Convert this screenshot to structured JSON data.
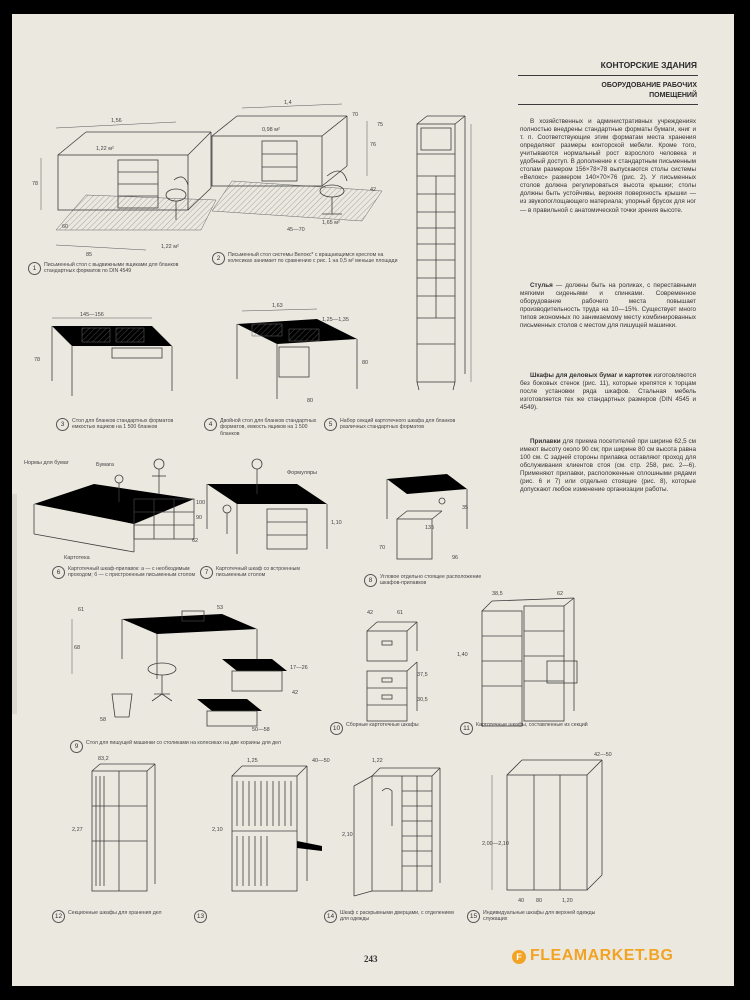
{
  "header": {
    "title": "КОНТОРСКИЕ ЗДАНИЯ",
    "subtitle_line1": "ОБОРУДОВАНИЕ РАБОЧИХ",
    "subtitle_line2": "ПОМЕЩЕНИЙ"
  },
  "body": {
    "p1": "В хозяйственных и административных учреждениях полностью внедрены стандартные форматы бумаги, книг и т. п. Соответствующие этим форматам места хранения определяют размеры конторской мебели. Кроме того, учитываются нормальный рост взрослого человека и удобный доступ. В дополнение к стандартным письменным столам размером 156×78×78 выпускаются столы системы «Велокс» размером 140×70×76 (рис. 2). У письменных столов должна регулироваться высота крышки; столы должны быть устойчивы, верхняя поверхность крышки — из звукопоглощающего материала; упорный брусок для ног — в правильной с анатомической точки зрения высоте.",
    "p2_lead": "Стулья",
    "p2": " — должны быть на роликах, с переставными мягкими сиденьями и спинками. Современное оборудование рабочего места повышает производительность труда на 10—15%. Существует много типов экономных по занимаемому месту комбинированных письменных столов с местом для пишущей машинки.",
    "p3_lead": "Шкафы для деловых бумаг и картотек",
    "p3": " изготовляются без боковых стенок (рис. 11), которые крепятся к торцам после установки ряда шкафов. Стальная мебель изготовляется тех же стандартных размеров (DIN 4545 и 4549).",
    "p4_lead": "Прилавки",
    "p4": " для приема посетителей при ширине 62,5 см имеют высоту около 90 см; при ширине 80 см высота равна 100 см. С задней стороны прилавка оставляют проход для обслуживания клиентов стоя (см. стр. 258, рис. 2—6). Применяют прилавки, расположенные сплошными рядами (рис. 6 и 7) или отдельно стоящие (рис. 8), которые допускают любое изменение организации работы."
  },
  "captions": [
    {
      "num": "1",
      "text": "Письменный стол с выдвижными ящиками для бланков стандартных форматов по DIN 4549"
    },
    {
      "num": "2",
      "text": "Письменный стол системы Велокс* с вращающимся креслом на колесиках занимает по сравнению с рис. 1 на 0,5 м² меньше площади"
    },
    {
      "num": "3",
      "text": "Стол для бланков стандартных форматов емкостью ящиков на 1 500 бланков"
    },
    {
      "num": "4",
      "text": "Двойной стол для бланков стандартных форматов, емкость ящиков на 1 500 бланков"
    },
    {
      "num": "5",
      "text": "Набор секций картотечного шкафа для бланков различных стандартных форматов"
    },
    {
      "num": "6",
      "text": "Картотечный шкаф-прилавок: а — с необходимым проходом; б — с пристроенным письменным столом"
    },
    {
      "num": "7",
      "text": "Картотечный шкаф со встроенным письменным столом"
    },
    {
      "num": "8",
      "text": "Угловое отдельно стоящее расположение шкафов-прилавков"
    },
    {
      "num": "9",
      "text": "Стол для пишущей машинки со столиками на колесиках на две корзины для дел"
    },
    {
      "num": "10",
      "text": "Сборные картотечные шкафы"
    },
    {
      "num": "11",
      "text": "Картотечные шкафы, составленные из секций"
    },
    {
      "num": "12",
      "text": "Секционные шкафы для хранения дел"
    },
    {
      "num": "13",
      "text": ""
    },
    {
      "num": "14",
      "text": "Шкаф с раскрывными дверцами, с отделением для одежды"
    },
    {
      "num": "15",
      "text": "Индивидуальные шкафы для верхней одежды служащих"
    }
  ],
  "figure_labels": {
    "f1": [
      "1,56",
      "1,22 м²",
      "78",
      "60",
      "85",
      "1,22 м²"
    ],
    "f2": [
      "1,4",
      "0,98 м²",
      "70",
      "76",
      "75",
      "42",
      "1,65 м²",
      "45—70"
    ],
    "f3": [
      "145—156",
      "78"
    ],
    "f4": [
      "1,63",
      "1,25—1,35",
      "80",
      "80"
    ],
    "f6": [
      "Нормы для бумаг",
      "Картотека",
      "90",
      "100",
      "62",
      "Бумага"
    ],
    "f7": [
      "Формуляры",
      "1,10"
    ],
    "f8": [
      "135",
      "70",
      "96",
      "35"
    ],
    "f9": [
      "61",
      "68",
      "53",
      "17—26",
      "42",
      "50—58",
      "58"
    ],
    "f10": [
      "42",
      "61",
      "37,5",
      "30,5"
    ],
    "f11": [
      "38,5",
      "62",
      "1,40"
    ],
    "f12": [
      "83,2",
      "2,27"
    ],
    "f13": [
      "1,25",
      "40—50",
      "2,10"
    ],
    "f14": [
      "1,22",
      "2,10"
    ],
    "f15": [
      "42—50",
      "2,00—2,10",
      "40",
      "80",
      "1,20"
    ]
  },
  "page_number": "243",
  "watermark": {
    "icon_letter": "F",
    "text": "FLEAMARKET.BG",
    "color": "#f2a323"
  }
}
